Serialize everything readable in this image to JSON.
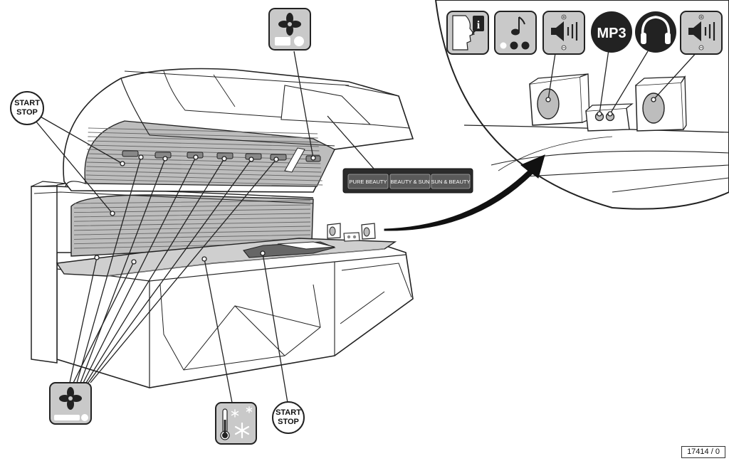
{
  "labels": {
    "start_stop_left": {
      "line1": "START",
      "line2": "STOP"
    },
    "start_stop_bottom": {
      "line1": "START",
      "line2": "STOP"
    },
    "mp3": "MP3"
  },
  "mode_buttons": [
    "PURE BEAUTY",
    "BEAUTY & SUN",
    "SUN & BEAUTY"
  ],
  "figure_number": "17414 / 0",
  "icons": {
    "top_fan": "facial-fan-icon",
    "bottom_fan": "body-fan-icon",
    "climate": "thermometer-snowflake-icon",
    "info": "info-voice-icon",
    "music": "music-note-icon",
    "volume_left": "speaker-volume-icon",
    "headphones": "headphones-icon",
    "volume_right": "speaker-volume-icon"
  },
  "colors": {
    "icon_bg": "#c9c9c9",
    "icon_dark": "#2b2b2b",
    "body_fill": "#ffffff",
    "tube_fill": "#bdbdbd",
    "line": "#222222"
  }
}
